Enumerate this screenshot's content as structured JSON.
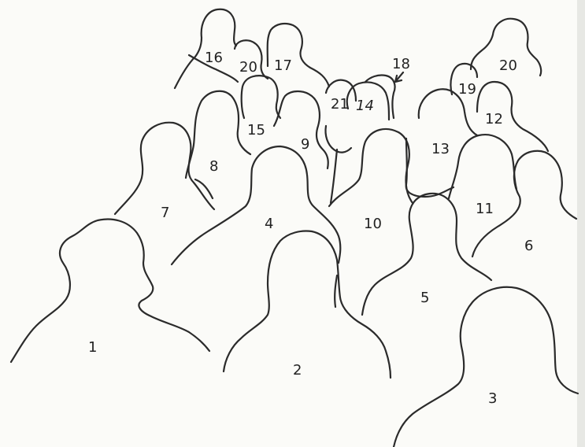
{
  "figure": {
    "people": [
      {
        "id": "p1",
        "number": "1"
      },
      {
        "id": "p2",
        "number": "2"
      },
      {
        "id": "p3",
        "number": "3"
      },
      {
        "id": "p4",
        "number": "4"
      },
      {
        "id": "p5",
        "number": "5"
      },
      {
        "id": "p6",
        "number": "6"
      },
      {
        "id": "p7",
        "number": "7"
      },
      {
        "id": "p8",
        "number": "8"
      },
      {
        "id": "p9",
        "number": "9"
      },
      {
        "id": "p10",
        "number": "10"
      },
      {
        "id": "p11",
        "number": "11"
      },
      {
        "id": "p12",
        "number": "12"
      },
      {
        "id": "p13",
        "number": "13"
      },
      {
        "id": "p14",
        "number": "14"
      },
      {
        "id": "p15",
        "number": "15"
      },
      {
        "id": "p16",
        "number": "16"
      },
      {
        "id": "p17",
        "number": "17"
      },
      {
        "id": "p18",
        "number": "18"
      },
      {
        "id": "p19",
        "number": "19"
      },
      {
        "id": "p20a",
        "number": "20"
      },
      {
        "id": "p20b",
        "number": "20"
      },
      {
        "id": "p21",
        "number": "21"
      }
    ],
    "colors": {
      "line": "#2b2b2b",
      "paper": "#fbfbf8"
    }
  }
}
